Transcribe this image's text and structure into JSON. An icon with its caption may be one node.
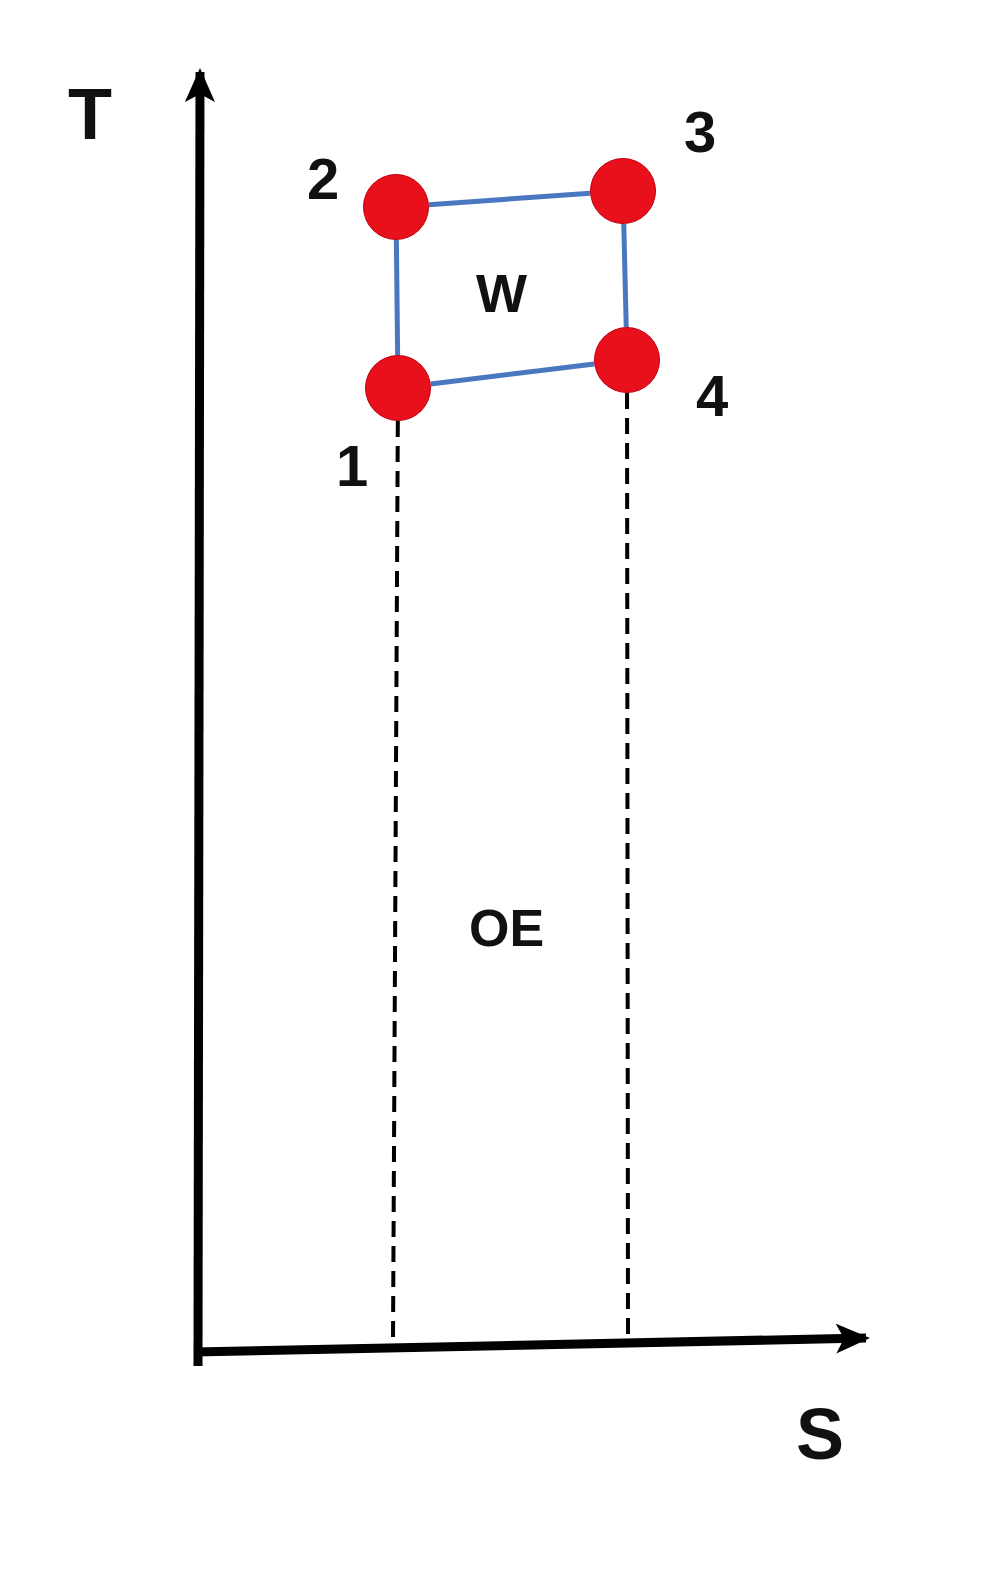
{
  "diagram": {
    "nodes": [
      {
        "text": [],
        "shape": "circle",
        "beside": [
          "2"
        ]
      },
      {
        "text": [],
        "shape": "circle",
        "beside": [
          "3"
        ]
      },
      {
        "text": [],
        "shape": "circle",
        "beside": [
          "1"
        ]
      },
      {
        "text": [],
        "shape": "circle",
        "beside": [
          "4"
        ]
      }
    ],
    "edges": [
      {
        "from": 0,
        "to": 1,
        "arrow": "none"
      },
      {
        "from": 1,
        "to": 3,
        "arrow": "none"
      },
      {
        "from": 3,
        "to": 2,
        "arrow": "none"
      },
      {
        "from": 2,
        "to": 0,
        "arrow": "none"
      },
      {
        "from": 2,
        "to": null,
        "arrow": "none",
        "style": "dashed",
        "color": "#000000"
      },
      {
        "from": 3,
        "to": null,
        "arrow": "none",
        "style": "dashed",
        "color": "#000000"
      }
    ],
    "labels": [
      "T",
      "W",
      "OE",
      "S"
    ]
  }
}
